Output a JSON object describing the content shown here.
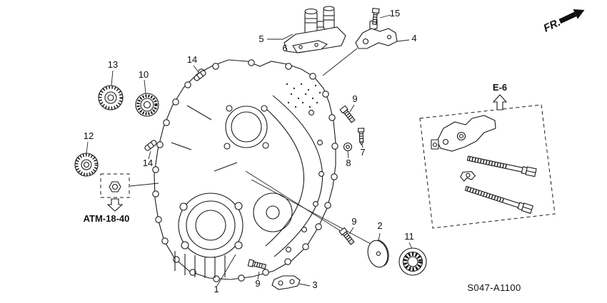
{
  "diagram": {
    "part_code": "S047-A1100",
    "fr_label": "FR.",
    "e6_label": "E-6",
    "atm_label": "ATM-18-40",
    "ink_color": "#1a1a1a",
    "background_color": "#ffffff"
  },
  "callouts": {
    "n1": "1",
    "n2": "2",
    "n3": "3",
    "n4": "4",
    "n5": "5",
    "n6": "6",
    "n7": "7",
    "n8": "8",
    "n9a": "9",
    "n9b": "9",
    "n9c": "9",
    "n10": "10",
    "n11": "11",
    "n12": "12",
    "n13": "13",
    "n14a": "14",
    "n14b": "14",
    "n15": "15"
  }
}
